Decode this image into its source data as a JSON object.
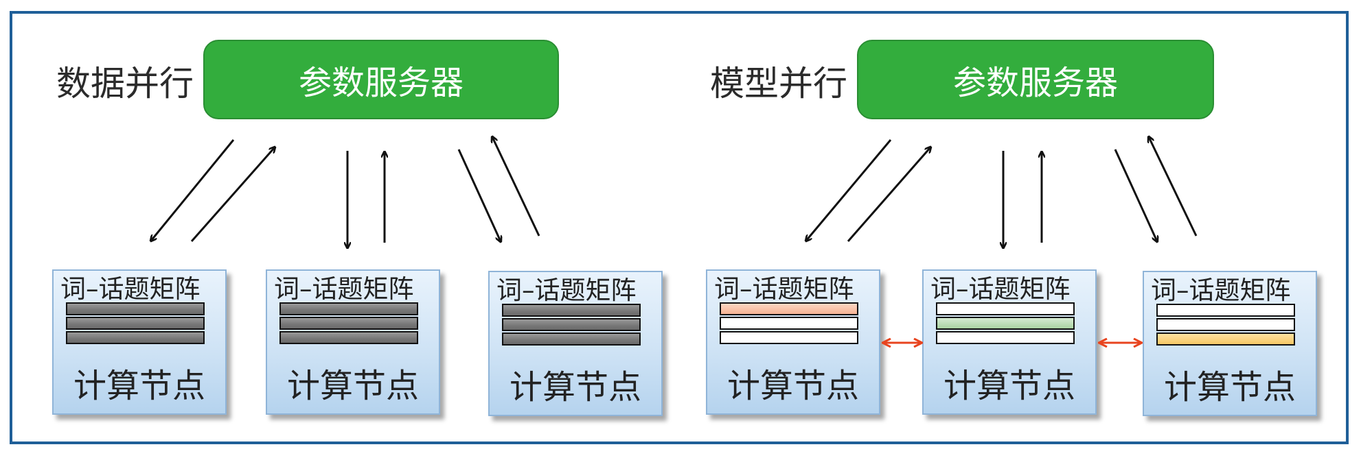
{
  "panels": [
    {
      "mode_label": "数据并行",
      "server_label": "参数服务器",
      "nodes": [
        {
          "title": "词–话题矩阵",
          "footer": "计算节点"
        },
        {
          "title": "词–话题矩阵",
          "footer": "计算节点"
        },
        {
          "title": "词–话题矩阵",
          "footer": "计算节点"
        }
      ]
    },
    {
      "mode_label": "模型并行",
      "server_label": "参数服务器",
      "nodes": [
        {
          "title": "词–话题矩阵",
          "footer": "计算节点"
        },
        {
          "title": "词–话题矩阵",
          "footer": "计算节点"
        },
        {
          "title": "词–话题矩阵",
          "footer": "计算节点"
        }
      ]
    }
  ],
  "colors": {
    "server_green": "#33ad3d",
    "frame_blue": "#1f5f98",
    "peer_arrow": "#e8441f",
    "row_gray": "#777777",
    "row_orange": "#f6b293",
    "row_green": "#a9d3a1",
    "row_yellow": "#f6c765"
  }
}
